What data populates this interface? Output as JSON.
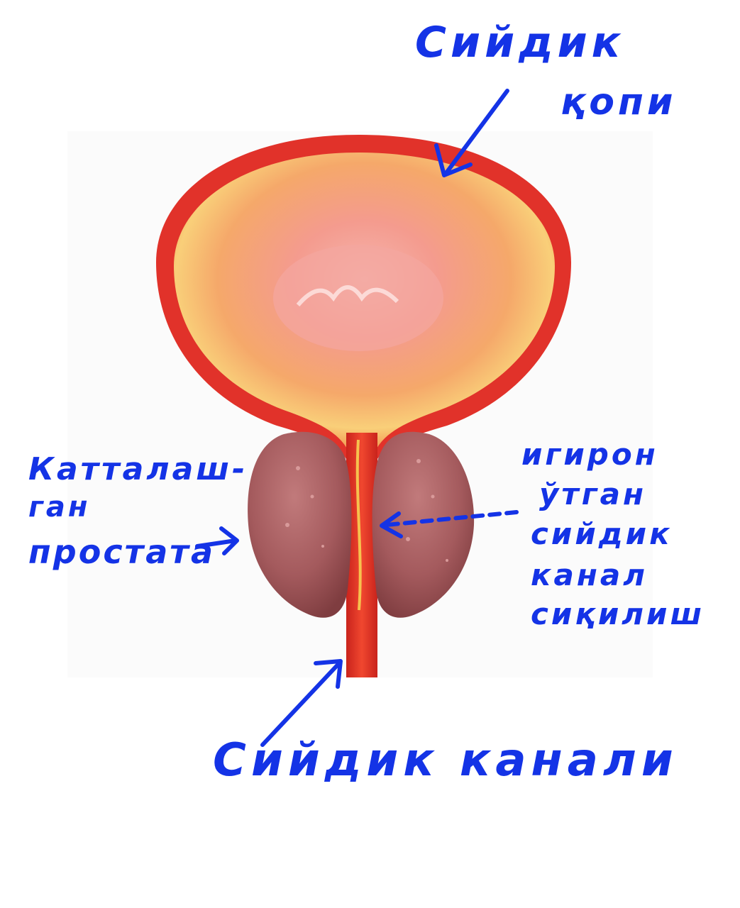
{
  "labels": {
    "bladder": [
      "Сийдик",
      "қопи"
    ],
    "prostate": [
      "Катталаш-",
      "ган",
      "простата"
    ],
    "narrowed_urethra": [
      "игирон",
      "ўтган",
      "сийдик",
      "канал",
      "сиқилиш"
    ],
    "urethra": "Сийдик канали"
  },
  "colors": {
    "annotation": "#1433e6",
    "bladder_wall": "#e8302a",
    "bladder_inner": "#f6b46a",
    "prostate": "#a85b5e",
    "urethra": "#e33a2a"
  }
}
